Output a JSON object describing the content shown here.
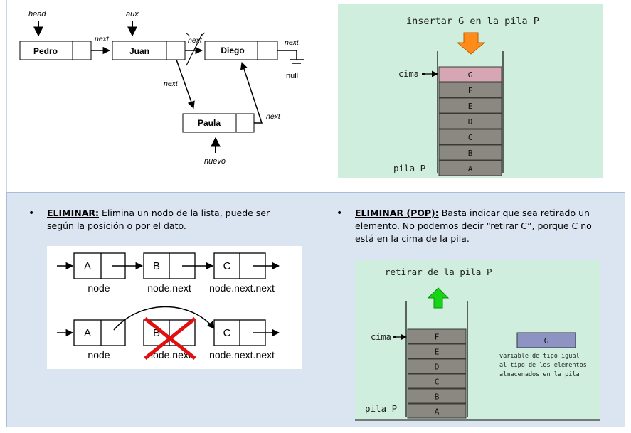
{
  "list_insert": {
    "head": "head",
    "aux": "aux",
    "nodes": [
      "Pedro",
      "Juan",
      "Diego",
      "Paula"
    ],
    "next": "next",
    "null": "null",
    "nuevo": "nuevo"
  },
  "stack_push": {
    "title": "insertar G en la pila P",
    "cima": "cima",
    "items": [
      "G",
      "F",
      "E",
      "D",
      "C",
      "B",
      "A"
    ],
    "footer": "pila P",
    "colors": {
      "bg": "#cfeedd",
      "arrow": "#ff8c1a",
      "top_item": "#d6a6b4",
      "item": "#8a8880"
    }
  },
  "eliminar": {
    "label": "ELIMINAR:",
    "line1": " Elimina un nodo de la lista, puede ser",
    "line2": "según la posición o por el dato."
  },
  "eliminar_pop": {
    "label": "ELIMINAR (POP):",
    "line1": " Basta indicar que sea retirado un",
    "line2": "elemento. No podemos decir “retirar C”, porque C no",
    "line3": "está en la cima de la pila."
  },
  "list_delete": {
    "row1": [
      "A",
      "B",
      "C"
    ],
    "row2": [
      "A",
      "B",
      "C"
    ],
    "captions": [
      "node",
      "node.next",
      "node.next.next"
    ]
  },
  "stack_pop": {
    "title": "retirar de la pila P",
    "cima": "cima",
    "items": [
      "F",
      "E",
      "D",
      "C",
      "B",
      "A"
    ],
    "footer": "pila P",
    "var_item": "G",
    "note": [
      "variable de tipo igual",
      "al tipo de los elementos",
      "almacenados en la pila"
    ],
    "colors": {
      "bg": "#cfeedd",
      "arrow": "#17d417",
      "item": "#8a8880",
      "var_box": "#8d94c4"
    }
  }
}
